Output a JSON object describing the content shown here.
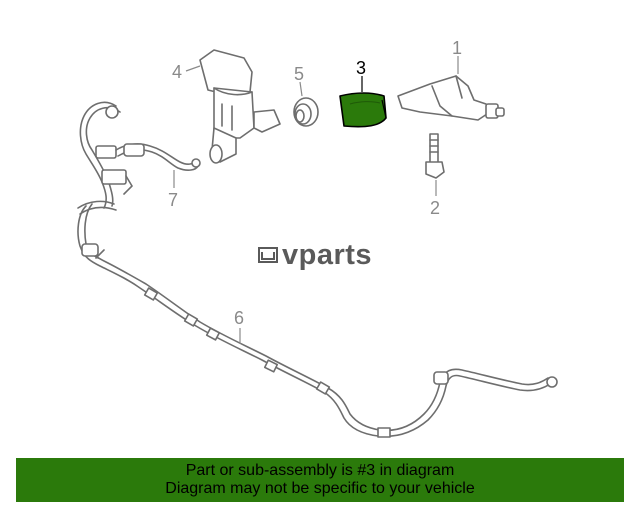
{
  "diagram": {
    "callouts": {
      "c1": "1",
      "c2": "2",
      "c3": "3",
      "c4": "4",
      "c5": "5",
      "c6": "6",
      "c7": "7"
    },
    "highlighted_part": "3",
    "highlight_color": "#2b7a0b"
  },
  "watermark": {
    "text": "vparts",
    "mark_icon": "lv-logo-icon"
  },
  "banner": {
    "line1": "Part or sub-assembly is #3 in diagram",
    "line2": "Diagram may not be specific to your vehicle",
    "color": "#2b7a0b"
  }
}
